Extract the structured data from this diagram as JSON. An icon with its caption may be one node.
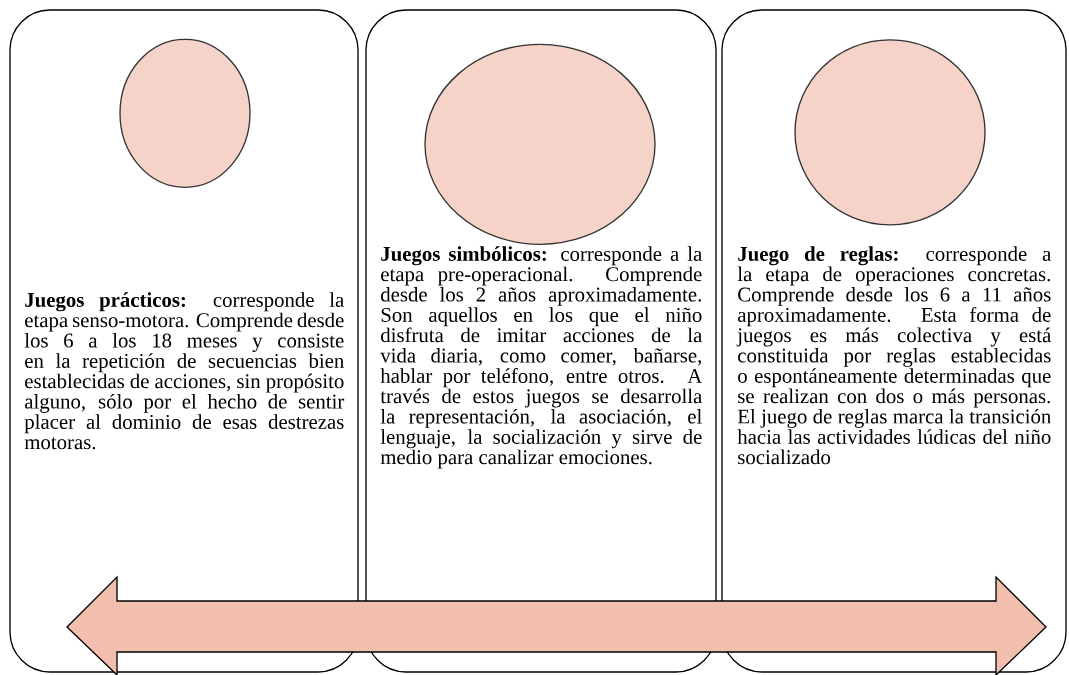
{
  "diagram": {
    "nodes": [
      {
        "text": [
          "**Juegos prácticos:** corresponde la etapa senso-motora. Comprende desde los 6 a los 18 meses y consiste en la repetición de secuencias bien establecidas de acciones, sin propósito alguno, sólo por el hecho de sentir placer al dominio de esas destrezas motoras."
        ]
      },
      {
        "text": [],
        "shape": "circle",
        "in": 0
      },
      {
        "text": [
          "**Juegos simbólicos:** corresponde a la etapa pre-operacional. Comprende desde los 2 años aproximadamente. Son aquellos en los que el niño disfruta de imitar acciones de la vida diaria, como comer, bañarse, hablar por teléfono, entre otros. A través de estos juegos se desarrolla la representación, la asociación, el lenguaje, la socialización y sirve de medio para canalizar emociones."
        ]
      },
      {
        "text": [],
        "shape": "circle",
        "in": 2
      },
      {
        "text": [
          "**Juego de reglas:** corresponde a la etapa de operaciones concretas. Comprende desde los 6 a 11 años aproximadamente. Esta forma de juegos es más colectiva y está constituida por reglas establecidas o espontáneamente determinadas que se realizan con dos o más personas. El juego de reglas marca la transición hacia las actividades lúdicas del niño socializado"
        ]
      },
      {
        "text": [],
        "shape": "circle",
        "in": 4
      }
    ]
  }
}
